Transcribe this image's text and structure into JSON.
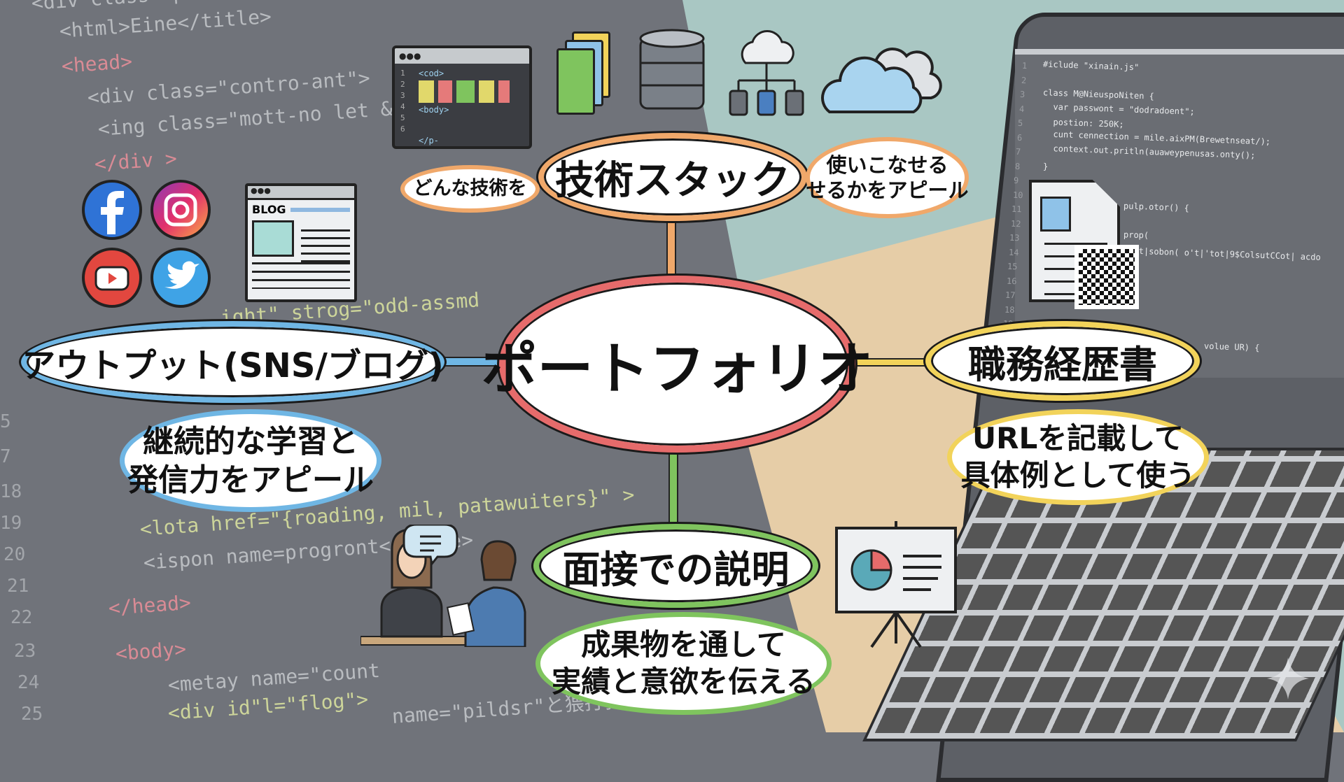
{
  "center": {
    "label": "ポートフォリオ",
    "color": "#e66b6b"
  },
  "branches": {
    "tech": {
      "label": "技術スタック",
      "color": "#f0a86a",
      "note_left": "どんな技術を",
      "note_right_1": "使いこなせる",
      "note_right_2": "せるかをアピール"
    },
    "output": {
      "label": "アウトプット(SNS/ブログ)",
      "color": "#6fb6e4",
      "note_1": "継続的な学習と",
      "note_2": "発信力をアピール"
    },
    "resume": {
      "label": "職務経歴書",
      "color": "#f2d35a",
      "note_1": "URLを記載して",
      "note_2": "具体例として使う"
    },
    "interview": {
      "label": "面接での説明",
      "color": "#7fc45e",
      "note_1": "成果物を通して",
      "note_2": "実績と意欲を伝える"
    }
  },
  "icons": {
    "blog_label": "BLOG",
    "code_window": [
      "<cod>",
      "<body>",
      "</p-"
    ],
    "code_window_lines": [
      "1",
      "2",
      "3",
      "4",
      "5",
      "6"
    ]
  },
  "bg_code": {
    "lines": [
      "<div class=\"presentirs\">",
      "<html>Eine</title>",
      "<head>",
      "<div class=\"contro-ant\">",
      "<ing class=\"mott-no let &",
      "</div >",
      "ight\" strog=\"odd-assmd",
      "<lota href=\"{roading, mil, patawuiters}\" >",
      "<ispon name=progront</aitte>",
      "</head>",
      "<body>",
      "<metay name=\"count",
      "<div id\"l=\"flog\">",
      "name=\"pildsr\"と猥打孔</div>"
    ],
    "numbers": [
      "5",
      "7",
      "18",
      "19",
      "20",
      "21",
      "22",
      "23",
      "24",
      "25"
    ]
  },
  "laptop_code": {
    "lines": [
      "#iclude \"xinain.js\"",
      "",
      "class M@NieuspoNiten {",
      "  var passwont = \"dodradoent\";",
      "  postion: 250K;",
      "  cunt cennection = mile.aixPM(Brewetnseat/);",
      "  context.out.pritln(auaweypenusas.onty();",
      "}"
    ],
    "numbers": [
      "1",
      "2",
      "3",
      "4",
      "5",
      "6",
      "7",
      "8",
      "9",
      "10",
      "11",
      "12",
      "13",
      "14",
      "15",
      "16",
      "17",
      "18",
      "19"
    ],
    "extra": [
      "pulp.otor() {",
      "prop(",
      "'tot|sobon( o't|'tot|9$ColsutCCot| acdo",
      "volue UR) {"
    ]
  }
}
